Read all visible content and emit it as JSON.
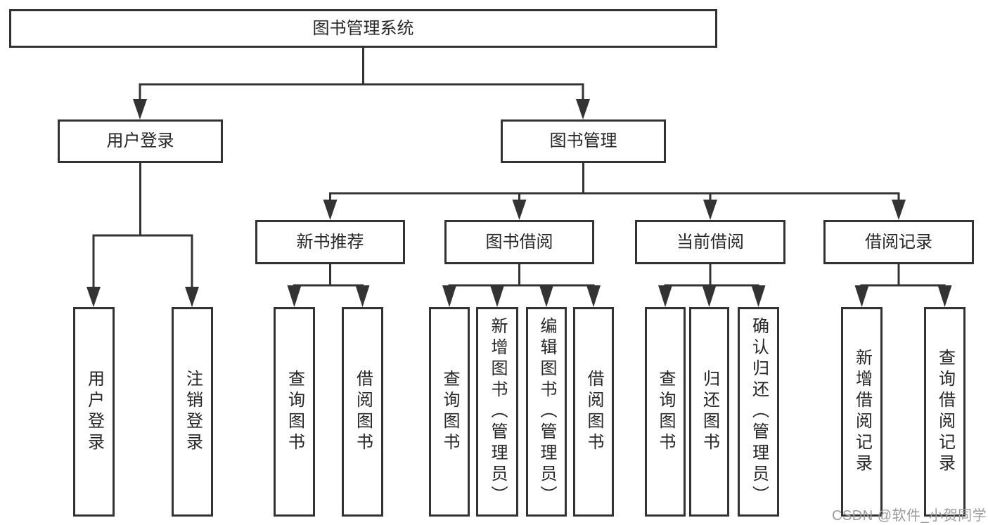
{
  "diagram": {
    "type": "hierarchy-tree",
    "title": "图书管理系统",
    "hierarchy": {
      "图书管理系统": [
        "用户登录",
        "图书管理"
      ],
      "用户登录": [
        "用户登录",
        "注销登录"
      ],
      "图书管理": [
        "新书推荐",
        "图书借阅",
        "当前借阅",
        "借阅记录"
      ],
      "新书推荐": [
        "查询图书",
        "借阅图书"
      ],
      "图书借阅": [
        "查询图书",
        "新增图书（管理员）",
        "编辑图书（管理员）",
        "借阅图书"
      ],
      "当前借阅": [
        "查询图书",
        "归还图书",
        "确认归还（管理员）"
      ],
      "借阅记录": [
        "新增借阅记录",
        "查询借阅记录"
      ]
    }
  },
  "nodes": {
    "root": "图书管理系统",
    "user_login": "用户登录",
    "book_management": "图书管理",
    "new_book_recommendation": "新书推荐",
    "book_borrowing": "图书借阅",
    "current_borrowing": "当前借阅",
    "borrowing_records": "借阅记录",
    "login_user": "用户登录",
    "login_logout": "注销登录",
    "rec_query_books": "查询图书",
    "rec_borrow_books": "借阅图书",
    "bor_query_books": "查询图书",
    "bor_add_books_admin": "新增图书（管理员）",
    "bor_edit_books_admin": "编辑图书（管理员）",
    "bor_borrow_books": "借阅图书",
    "cur_query_books": "查询图书",
    "cur_return_books": "归还图书",
    "cur_confirm_return_admin": "确认归还（管理员）",
    "rcd_add_record": "新增借阅记录",
    "rcd_query_record": "查询借阅记录"
  },
  "colors": {
    "line": "#333333",
    "text": "#262626",
    "background": "#ffffff",
    "watermark": "#9b9b9b"
  },
  "watermark": {
    "text": "CSDN @软件_小贺同学"
  }
}
